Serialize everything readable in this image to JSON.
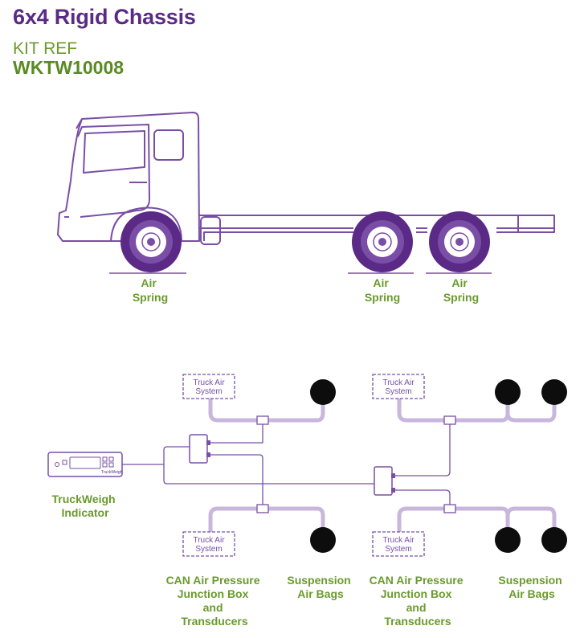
{
  "header": {
    "title": "6x4 Rigid Chassis",
    "kit_ref_label": "KIT REF",
    "kit_ref_code": "WKTW10008"
  },
  "truck": {
    "wheel_labels": [
      {
        "line1": "Air",
        "line2": "Spring"
      },
      {
        "line1": "Air",
        "line2": "Spring"
      },
      {
        "line1": "Air",
        "line2": "Spring"
      }
    ]
  },
  "system": {
    "truck_air_system_boxes": [
      {
        "line1": "Truck Air",
        "line2": "System"
      },
      {
        "line1": "Truck Air",
        "line2": "System"
      },
      {
        "line1": "Truck Air",
        "line2": "System"
      },
      {
        "line1": "Truck Air",
        "line2": "System"
      }
    ],
    "indicator": {
      "brand": "TruckWeigh",
      "label_line1": "TruckWeigh",
      "label_line2": "Indicator"
    },
    "bottom_labels": [
      {
        "line1": "CAN Air Pressure",
        "line2": "Junction Box",
        "line3": "and",
        "line4": "Transducers"
      },
      {
        "line1": "Suspension",
        "line2": "Air Bags"
      },
      {
        "line1": "CAN Air Pressure",
        "line2": "Junction Box",
        "line3": "and",
        "line4": "Transducers"
      },
      {
        "line1": "Suspension",
        "line2": "Air Bags"
      }
    ]
  },
  "colors": {
    "purple": "#5b2a86",
    "outline": "#7a4ea6",
    "pipe": "#c9b6dd",
    "green": "#6a9a2c",
    "dark_green": "#5a8a23"
  }
}
